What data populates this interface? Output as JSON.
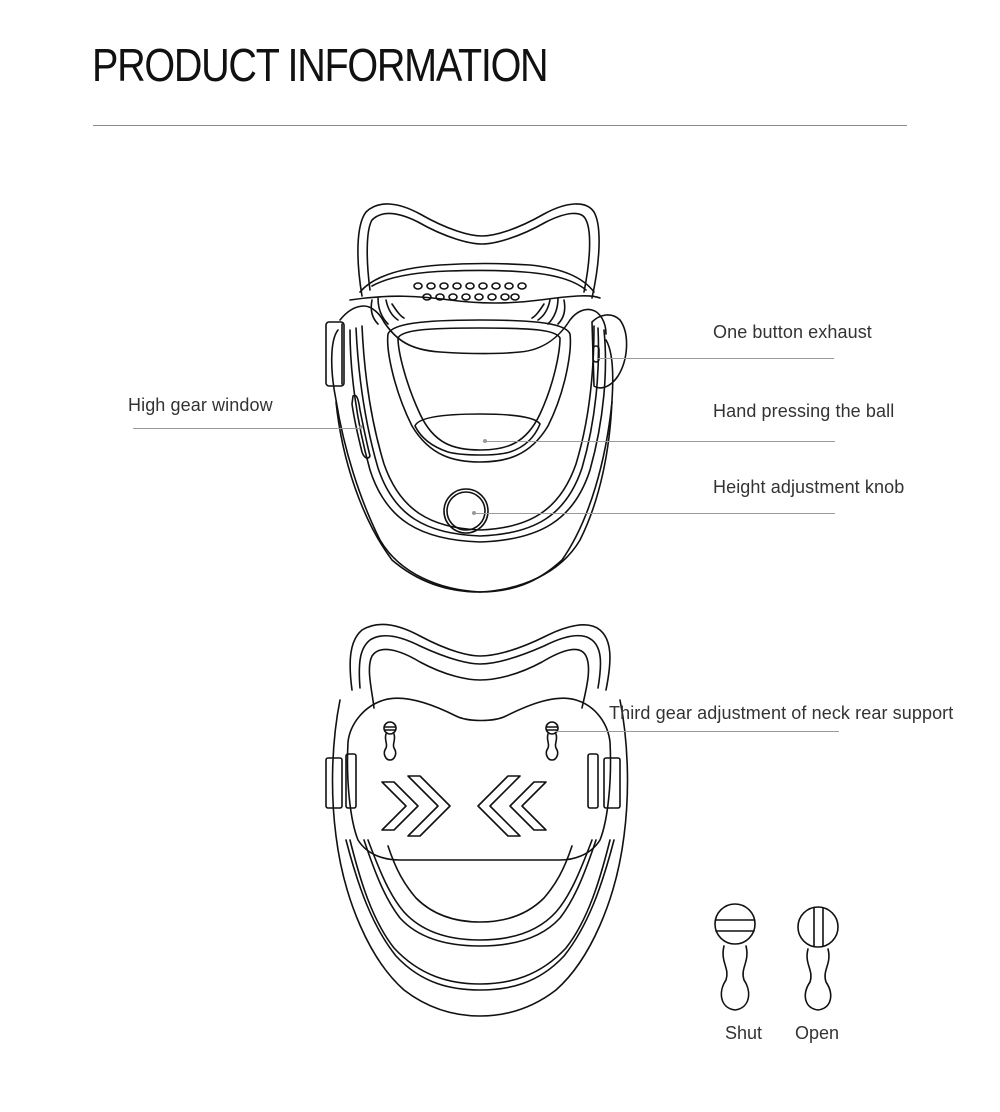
{
  "header": {
    "title": "PRODUCT INFORMATION"
  },
  "front_view": {
    "callouts": [
      {
        "id": "exhaust",
        "label": "One button exhaust",
        "side": "right"
      },
      {
        "id": "gear-window",
        "label": "High gear window",
        "side": "left"
      },
      {
        "id": "pressing-ball",
        "label": "Hand pressing the ball",
        "side": "right"
      },
      {
        "id": "height-knob",
        "label": "Height adjustment knob",
        "side": "right"
      }
    ]
  },
  "rear_view": {
    "callouts": [
      {
        "id": "rear-support",
        "label": "Third gear adjustment of neck rear support",
        "side": "right"
      }
    ]
  },
  "legend": {
    "items": [
      {
        "label": "Shut",
        "icon": "screw-slot-horizontal"
      },
      {
        "label": "Open",
        "icon": "screw-slot-vertical"
      }
    ]
  },
  "colors": {
    "line": "#111111",
    "leader": "#9a9a9a",
    "text": "#333333",
    "rule": "#8a8a8a"
  }
}
